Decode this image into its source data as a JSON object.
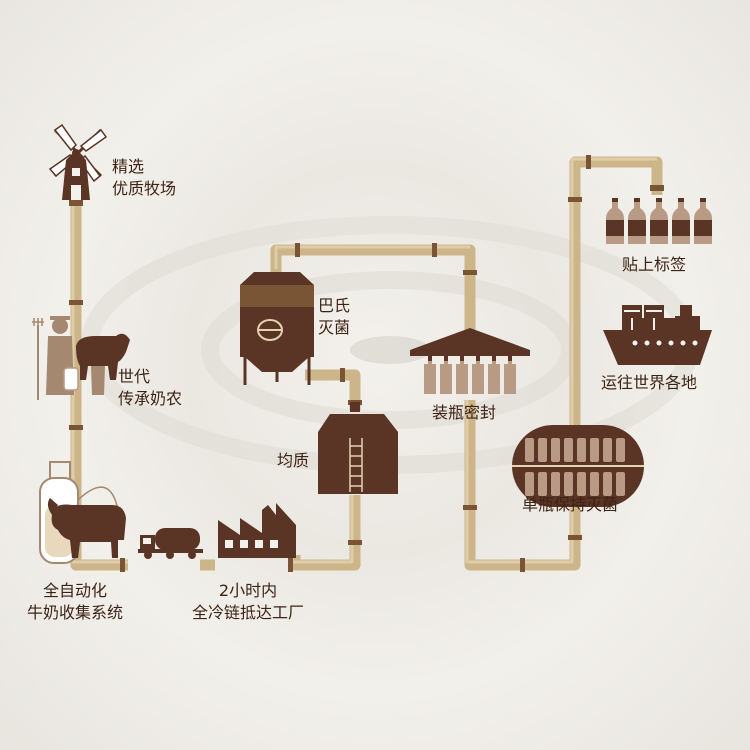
{
  "steps": {
    "farm": {
      "line1": "精选",
      "line2": "优质牧场"
    },
    "farmers": {
      "line1": "世代",
      "line2": "传承奶农"
    },
    "collection": {
      "line1": "全自动化",
      "line2": "牛奶收集系统"
    },
    "transport": {
      "line1": "2小时内",
      "line2": "全冷链抵达工厂"
    },
    "homogenize": {
      "label": "均质"
    },
    "pasteurize": {
      "line1": "巴氏",
      "line2": "灭菌"
    },
    "bottling": {
      "label": "装瓶密封"
    },
    "sterilize": {
      "label": "单瓶保持灭菌"
    },
    "shipping": {
      "label": "运往世界各地"
    },
    "labeling": {
      "label": "贴上标签"
    }
  },
  "colors": {
    "pipe": "#cdb58a",
    "pipe_joint": "#7a5535",
    "dark_brown": "#5a3424",
    "bottle": "#b99a84",
    "text": "#3d2316"
  }
}
